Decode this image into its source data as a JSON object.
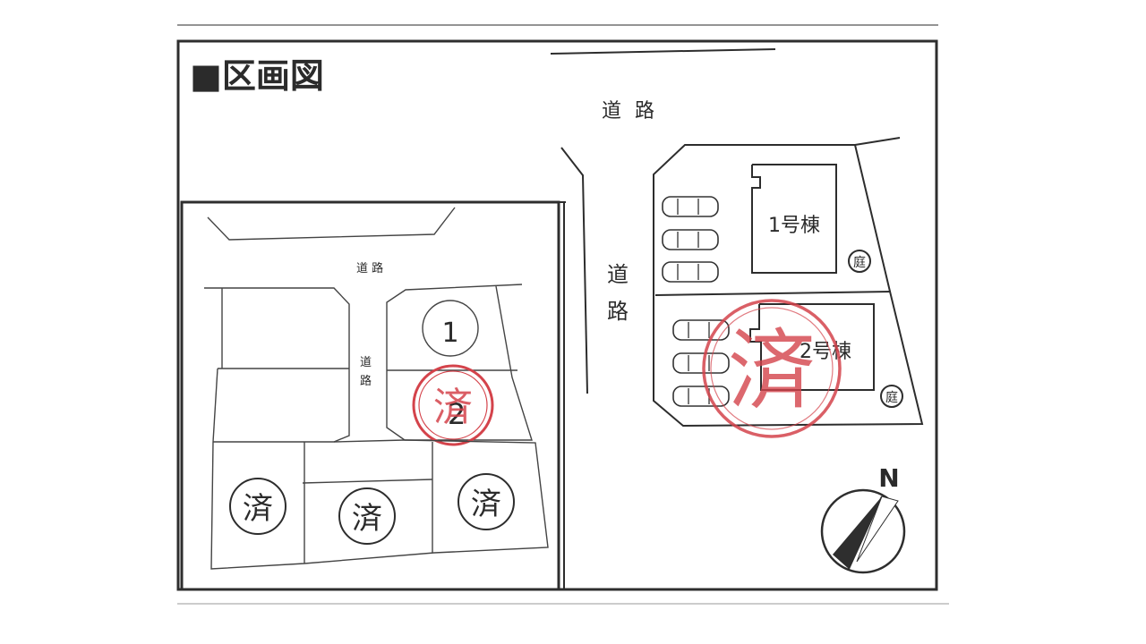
{
  "title": "■区画図",
  "left_map": {
    "road_top": "道 路",
    "road_vertical": [
      "道",
      "路"
    ],
    "lots": {
      "lot1_number": "1",
      "lot2_number": "2",
      "sold_stamp": "済",
      "sold_marks": [
        "済",
        "済",
        "済"
      ]
    }
  },
  "right_map": {
    "road_top": "道 路",
    "road_vertical": [
      "道",
      "路"
    ],
    "building1": "1号棟",
    "building2": "2号棟",
    "garden_label": "庭",
    "sold_stamp": "済"
  },
  "compass": {
    "north_label": "N"
  },
  "colors": {
    "stamp": "#d4434b",
    "line": "#2d2d2d",
    "background": "#ffffff"
  }
}
